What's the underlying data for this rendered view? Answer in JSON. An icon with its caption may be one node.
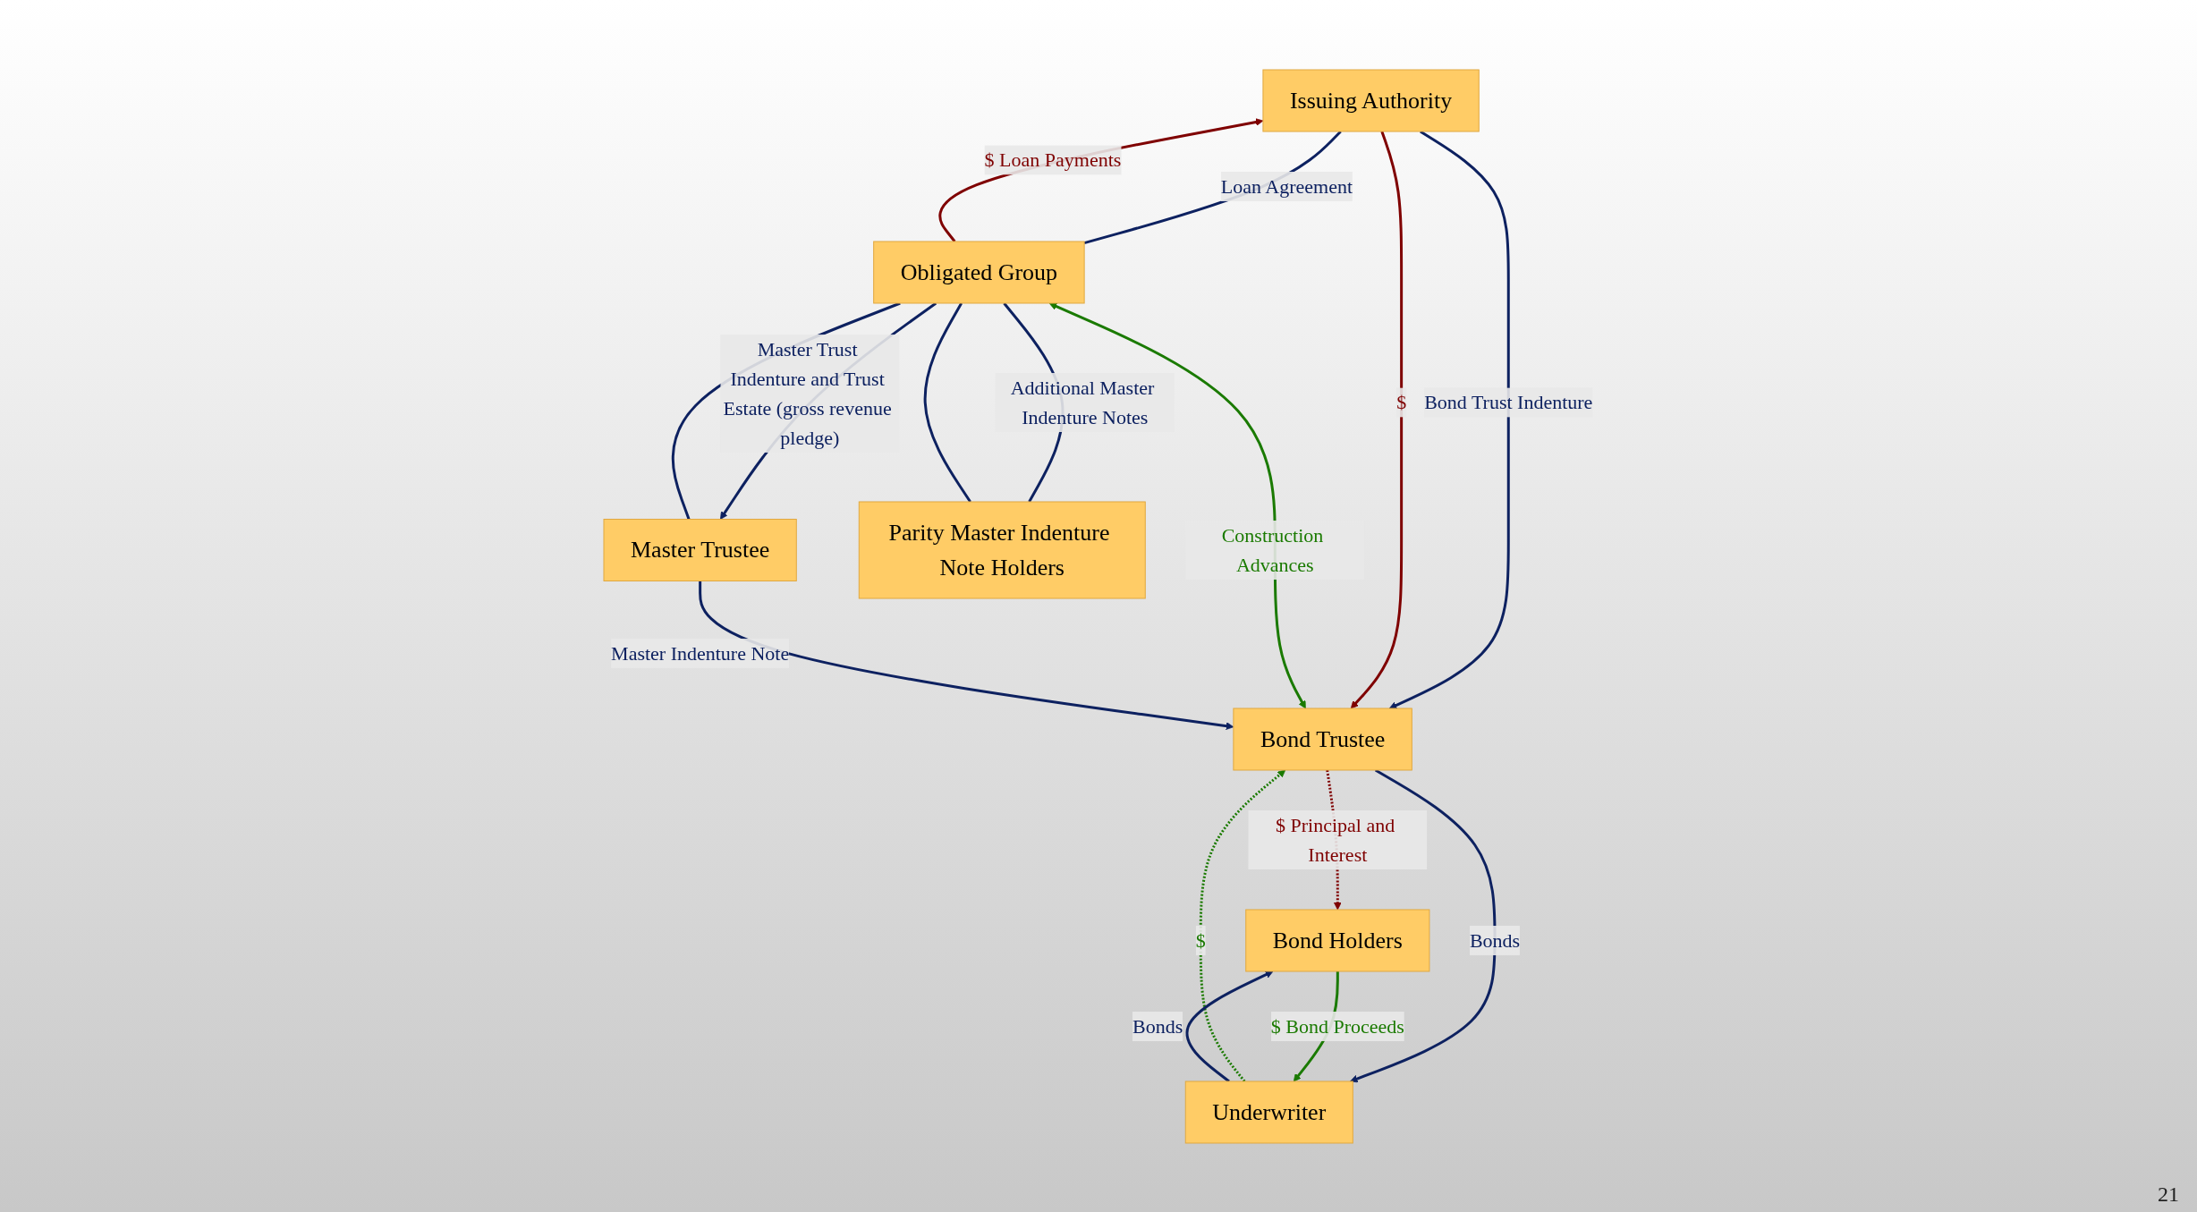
{
  "diagram": {
    "nodes": [
      {
        "text": [
          "Issuing Authority"
        ]
      },
      {
        "text": [
          "Obligated Group"
        ]
      },
      {
        "text": [
          "Bond Trustee"
        ]
      },
      {
        "text": [
          "Master Trustee"
        ]
      },
      {
        "text": [
          "Underwriter"
        ]
      },
      {
        "text": [
          "Bond Holders"
        ]
      },
      {
        "text": [
          "Parity Master Indenture Note Holders"
        ]
      }
    ],
    "edges": [
      {
        "from": 0,
        "to": 1,
        "arrow": "none",
        "label": "Loan Agreement"
      },
      {
        "from": 1,
        "to": 0,
        "arrow": "to",
        "label": "$ Loan Payments",
        "color": "#7f0000"
      },
      {
        "from": 0,
        "to": 2,
        "arrow": "to",
        "label": "Bond Trust Indenture"
      },
      {
        "from": 0,
        "to": 2,
        "arrow": "to",
        "label": "$",
        "color": "#7f0000"
      },
      {
        "from": 1,
        "to": 2,
        "arrow": "both",
        "label": "Construction Advances",
        "color": "#1a7a00"
      },
      {
        "from": 1,
        "to": 3,
        "arrow": "to",
        "label": "Master Trust Indenture and Trust Estate (gross revenue pledge)"
      },
      {
        "from": 3,
        "to": 2,
        "arrow": "to",
        "label": "Master Indenture Note"
      },
      {
        "from": 2,
        "to": 5,
        "arrow": "to",
        "label": "$ Principal and Interest",
        "style": "dashed",
        "color": "#7f0000"
      },
      {
        "from": 2,
        "to": 4,
        "arrow": "to",
        "label": "Bonds"
      },
      {
        "from": 5,
        "to": 4,
        "arrow": "to",
        "label": "$ Bond Proceeds",
        "color": "#1a7a00"
      },
      {
        "from": 4,
        "to": 2,
        "arrow": "to",
        "label": "$",
        "style": "dashed",
        "color": "#1a7a00"
      },
      {
        "from": 4,
        "to": 5,
        "arrow": "to",
        "label": "Bonds"
      },
      {
        "from": 1,
        "to": 3,
        "arrow": "none"
      },
      {
        "from": 1,
        "to": 6,
        "arrow": "none",
        "label": "Additional Master Indenture Notes"
      },
      {
        "from": 1,
        "to": 6,
        "arrow": "none"
      }
    ],
    "labels": [
      "21"
    ]
  }
}
